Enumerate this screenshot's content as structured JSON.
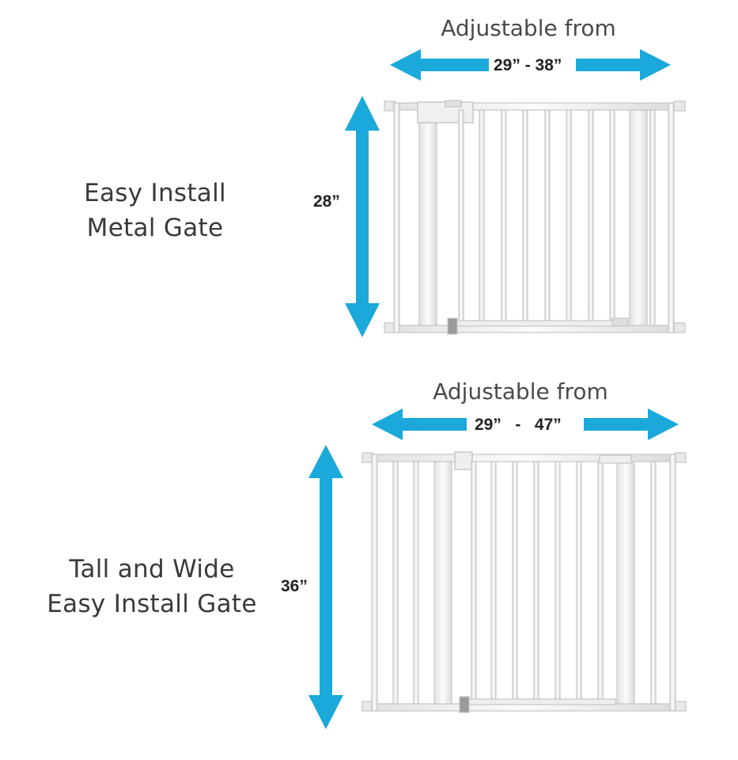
{
  "colors": {
    "arrow": "#1aa9da",
    "gate": "#f3f3f3",
    "gate_stroke": "#c9c9c9"
  },
  "gates": [
    {
      "name_line1": "Easy Install",
      "name_line2": "Metal Gate",
      "adjustable_label": "Adjustable from",
      "width_min": "29”",
      "width_sep": "-",
      "width_max": "38”",
      "height": "28”"
    },
    {
      "name_line1": "Tall and Wide",
      "name_line2": "Easy Install Gate",
      "adjustable_label": "Adjustable from",
      "width_min": "29”",
      "width_sep": "-",
      "width_max": "47”",
      "height": "36”"
    }
  ]
}
